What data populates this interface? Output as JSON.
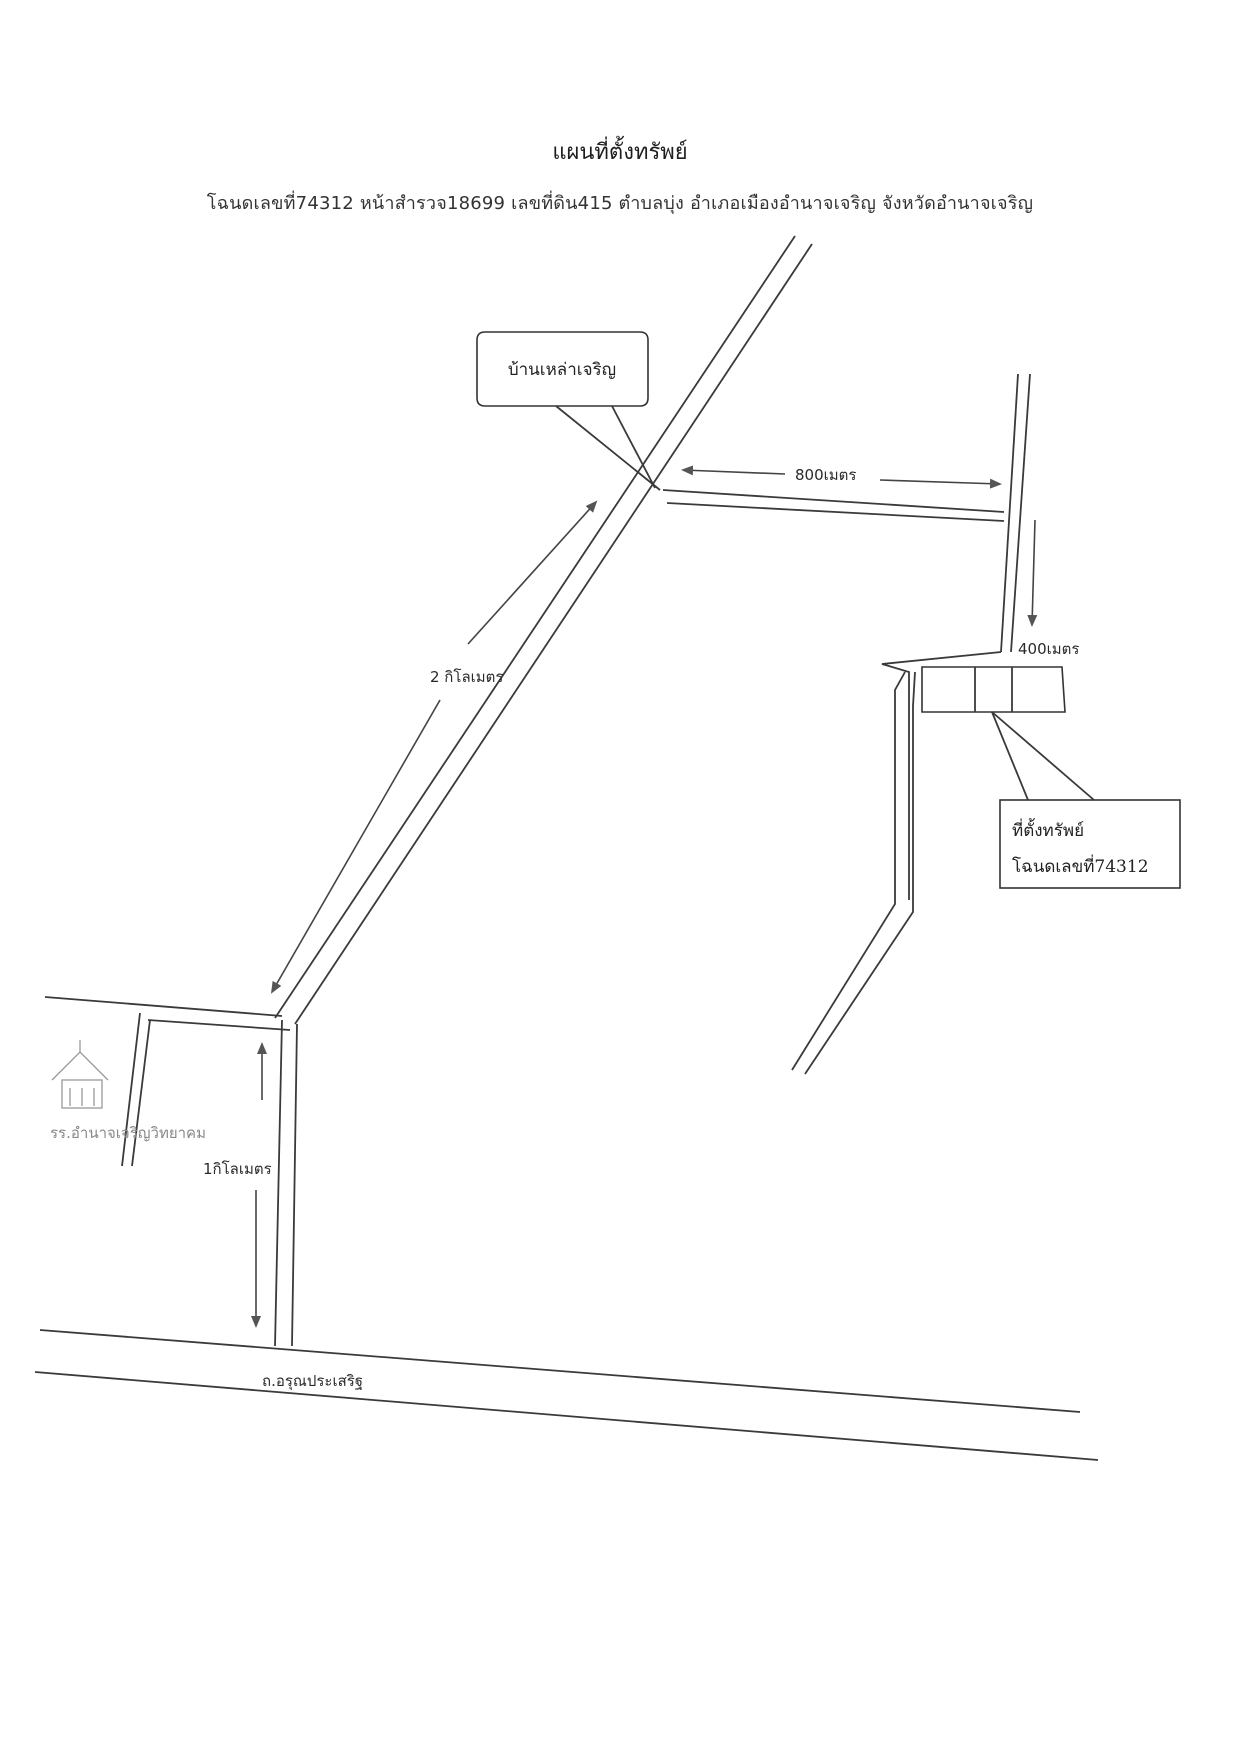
{
  "title": "แผนที่ตั้งทรัพย์",
  "subtitle": "โฉนดเลขที่74312  หน้าสำรวจ18699  เลขที่ดิน415  ตำบลบุ่ง   อำเภอเมืองอำนาจเจริญ  จังหวัดอำนาจเจริญ",
  "labels": {
    "village": "บ้านเหล่าเจริญ",
    "dist_800": "800เมตร",
    "dist_400": "400เมตร",
    "dist_2km": "2 กิโลเมตร",
    "dist_1km": "1กิโลเมตร",
    "property_line1": "ที่ตั้งทรัพย์",
    "property_line2": "โฉนดเลขที่74312",
    "school": "รร.อำนาจเจริญวิทยาคม",
    "main_road": "ถ.อรุณประเสริฐ"
  },
  "colors": {
    "line": "#3a3a3a",
    "arrow": "#555555"
  }
}
